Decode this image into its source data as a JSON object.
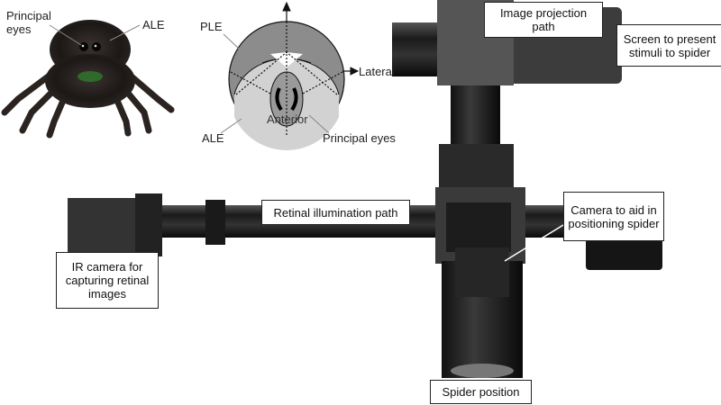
{
  "spider_photo": {
    "labels": {
      "principal_eyes": "Principal\neyes",
      "ale": "ALE"
    }
  },
  "eye_diagram": {
    "labels": {
      "ple": "PLE",
      "lateral": "Lateral",
      "ale": "ALE",
      "principal_eyes": "Principal eyes",
      "anterior": "Anterior"
    }
  },
  "apparatus": {
    "labels": {
      "image_projection_path": "Image projection path",
      "screen": "Screen to present stimuli to spider",
      "retinal_illumination_path": "Retinal illumination path",
      "positioning_camera": "Camera to aid in positioning spider",
      "ir_camera": "IR camera for capturing retinal images",
      "spider_position": "Spider position"
    }
  }
}
